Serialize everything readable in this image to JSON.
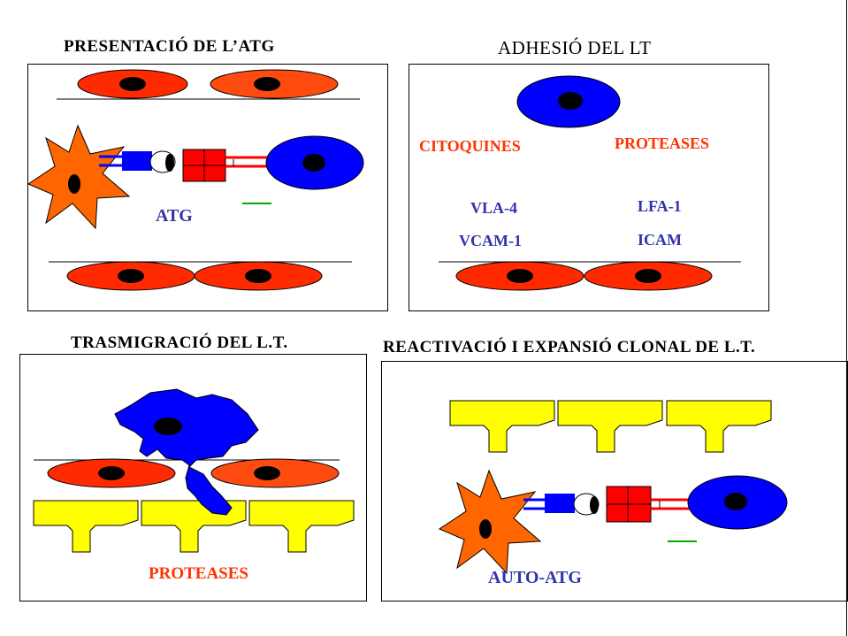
{
  "panels": {
    "presentacio": {
      "title": "PRESENTACIÓ DE L’ATG",
      "atg_label": "ATG"
    },
    "adhesio": {
      "title": "ADHESIÓ DEL LT",
      "citoquines": "CITOQUINES",
      "proteases": "PROTEASES",
      "vla4": "VLA-4",
      "lfa1": "LFA-1",
      "vcam1": "VCAM-1",
      "icam": "ICAM"
    },
    "trasmigracio": {
      "title": "TRASMIGRACIÓ DEL L.T.",
      "proteases": "PROTEASES"
    },
    "reactivacio": {
      "title": "REACTIVACIÓ I EXPANSIÓ CLONAL DE L.T.",
      "auto_atg": "AUTO-ATG"
    }
  },
  "colors": {
    "endothelial_red": "#ff2a00",
    "endothelial_orange": "#ff4a10",
    "t_cell_blue": "#0000ff",
    "apc_orange": "#ff6600",
    "tcr_red": "#ff0000",
    "matrix_yellow": "#ffff00",
    "label_red": "#ff3300",
    "label_blue": "#3333aa",
    "accent_green": "#00aa00"
  },
  "icons": [
    "endothelial-cell",
    "t-lymphocyte",
    "antigen-presenting-cell",
    "tcr-mhc-complex",
    "extracellular-matrix"
  ]
}
